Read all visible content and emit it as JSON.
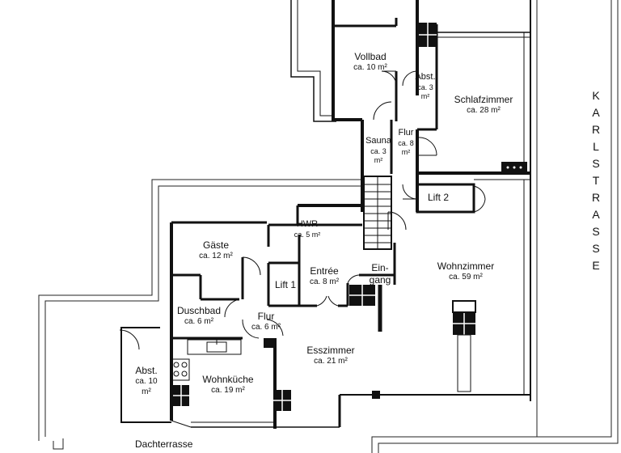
{
  "street_name_letters": [
    "K",
    "A",
    "R",
    "L",
    "S",
    "T",
    "R",
    "A",
    "S",
    "S",
    "E"
  ],
  "terrace_label": "Dachterrasse",
  "rooms": {
    "vollbad": {
      "name": "Vollbad",
      "area": "ca. 10 m²"
    },
    "abst_top": {
      "name": "Abst.",
      "area": "ca. 3",
      "area2": "m²"
    },
    "schlaf": {
      "name": "Schlafzimmer",
      "area": "ca. 28 m²"
    },
    "sauna": {
      "name": "Sauna",
      "area": "ca. 3",
      "area2": "m²"
    },
    "flur_top": {
      "name": "Flur",
      "area": "ca. 8",
      "area2": "m²"
    },
    "lift2": {
      "name": "Lift 2"
    },
    "hwr": {
      "name": "HWR",
      "area": "ca. 5 m²"
    },
    "gaeste": {
      "name": "Gäste",
      "area": "ca. 12 m²"
    },
    "lift1": {
      "name": "Lift 1"
    },
    "entree": {
      "name": "Entrée",
      "area": "ca. 8 m²"
    },
    "eingang": {
      "name": "Ein-",
      "name2": "gang"
    },
    "wohnzimmer": {
      "name": "Wohnzimmer",
      "area": "ca. 59 m²"
    },
    "duschbad": {
      "name": "Duschbad",
      "area": "ca. 6 m²"
    },
    "flur_mid": {
      "name": "Flur",
      "area": "ca. 6 m²"
    },
    "esszimmer": {
      "name": "Esszimmer",
      "area": "ca. 21 m²"
    },
    "abst_left": {
      "name": "Abst.",
      "area": "ca. 10",
      "area2": "m²"
    },
    "wohnkueche": {
      "name": "Wohnküche",
      "area": "ca. 19 m²"
    }
  }
}
